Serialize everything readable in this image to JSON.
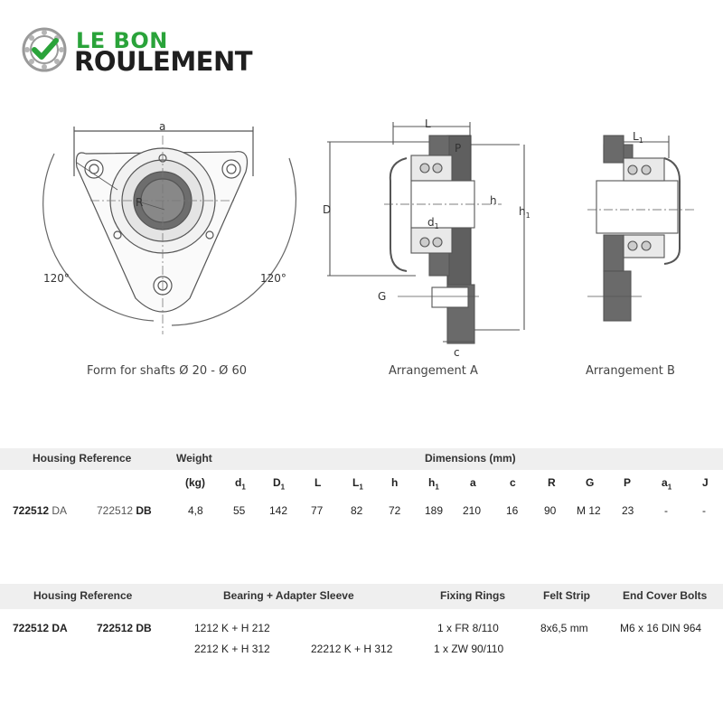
{
  "brand": {
    "line1": "LE BON",
    "line2": "ROULEMENT"
  },
  "drawing": {
    "labels": {
      "a": "a",
      "R": "R",
      "angle_left": "120°",
      "angle_right": "120°",
      "L": "L",
      "P": "P",
      "D": "D",
      "h": "h",
      "d1": "d",
      "h1": "h",
      "G": "G",
      "c": "c",
      "L1": "L"
    },
    "captions": {
      "form": "Form for shafts Ø 20 - Ø 60",
      "arrA": "Arrangement  A",
      "arrB": "Arrangement  B"
    }
  },
  "table1": {
    "h_housing": "Housing Reference",
    "h_weight": "Weight",
    "h_dims": "Dimensions (mm)",
    "sub_kg": "(kg)",
    "cols": {
      "d1": "d",
      "D1": "D",
      "L": "L",
      "L1": "L",
      "h": "h",
      "h1": "h",
      "a": "a",
      "c": "c",
      "R": "R",
      "G": "G",
      "P": "P",
      "a1": "a",
      "J": "J"
    },
    "row": {
      "ref_a_num": "722512",
      "ref_a_suf": "DA",
      "ref_b_num": "722512",
      "ref_b_suf": "DB",
      "weight": "4,8",
      "d1": "55",
      "D1": "142",
      "L": "77",
      "L1": "82",
      "h": "72",
      "h1": "189",
      "a": "210",
      "c": "16",
      "R": "90",
      "G": "M 12",
      "P": "23",
      "a1": "-",
      "J": "-"
    }
  },
  "table2": {
    "h_housing": "Housing Reference",
    "h_bearing": "Bearing + Adapter Sleeve",
    "h_rings": "Fixing Rings",
    "h_felt": "Felt Strip",
    "h_bolts": "End Cover Bolts",
    "row": {
      "ref_a": "722512 DA",
      "ref_b": "722512 DB",
      "bearing1": "1212 K + H 212",
      "bearing2": "2212 K + H 312",
      "bearing3": "22212 K + H 312",
      "ring1": "1 x FR 8/110",
      "ring2": "1 x ZW 90/110",
      "felt": "8x6,5 mm",
      "bolts": "M6 x 16 DIN 964"
    }
  }
}
